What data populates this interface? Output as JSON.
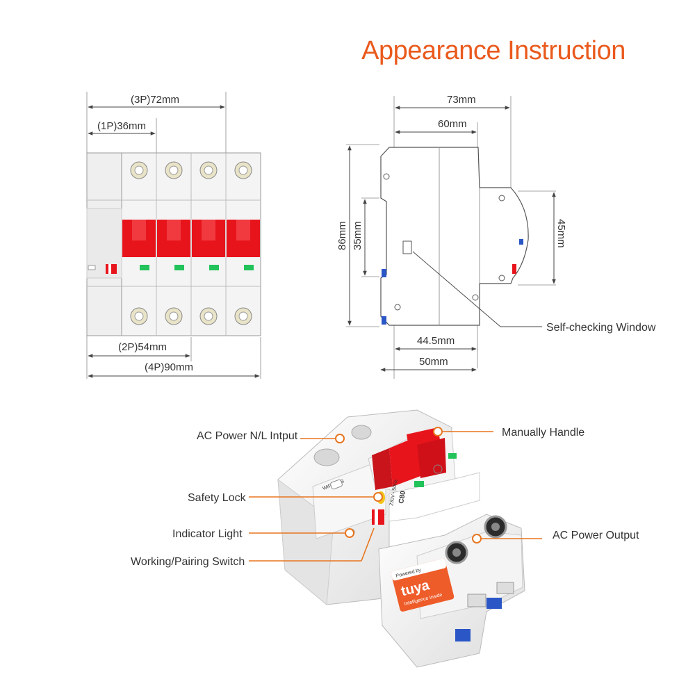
{
  "title": "Appearance Instruction",
  "front_view": {
    "dim_3p": "(3P)72mm",
    "dim_1p": "(1P)36mm",
    "dim_2p": "(2P)54mm",
    "dim_4p": "(4P)90mm"
  },
  "side_view": {
    "dim_73": "73mm",
    "dim_60": "60mm",
    "dim_86": "86mm",
    "dim_35": "35mm",
    "dim_45": "45mm",
    "dim_44_5": "44.5mm",
    "dim_50": "50mm",
    "window_label": "Self-checking Window"
  },
  "callouts": {
    "ac_input": "AC Power N/L Intput",
    "manual_handle": "Manually Handle",
    "safety_lock": "Safety Lock",
    "indicator_light": "Indicator Light",
    "ac_output": "AC Power Output",
    "switch": "Working/Pairing Switch"
  },
  "product": {
    "badge_top": "Powered by",
    "badge_brand": "tuya",
    "badge_sub": "Intelligence Inside",
    "model": "C80",
    "rating": "230V~ 50Hz",
    "side_text": "WIFI MCB"
  },
  "colors": {
    "accent": "#ea5a1d",
    "handle": "#e8141c",
    "indicator": "#22c35a",
    "clip": "#2a56c6"
  }
}
